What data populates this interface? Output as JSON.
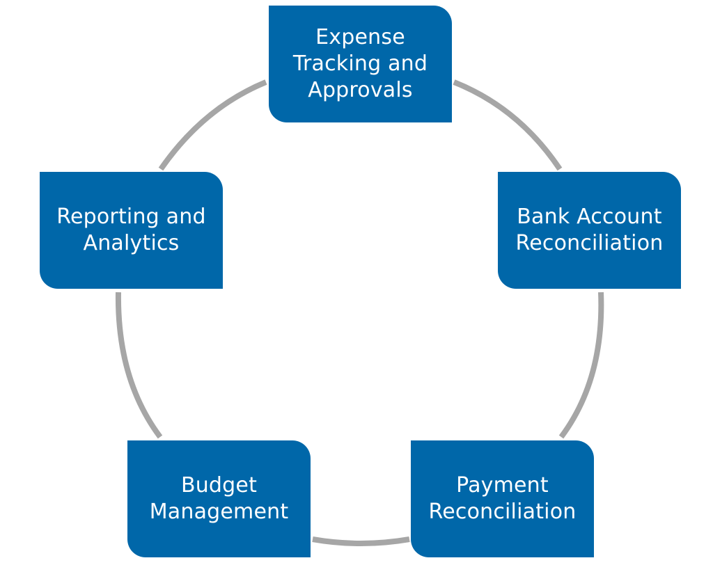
{
  "colors": {
    "node_fill": "#0067A9",
    "node_text": "#FFFFFF",
    "connector": "#A6A6A6",
    "background": "#FFFFFF"
  },
  "diagram": {
    "type": "cycle",
    "nodes": [
      {
        "label": "Expense\nTracking and\nApprovals"
      },
      {
        "label": "Bank Account\nReconciliation"
      },
      {
        "label": "Payment\nReconciliation"
      },
      {
        "label": "Budget\nManagement"
      },
      {
        "label": "Reporting and\nAnalytics"
      }
    ]
  }
}
